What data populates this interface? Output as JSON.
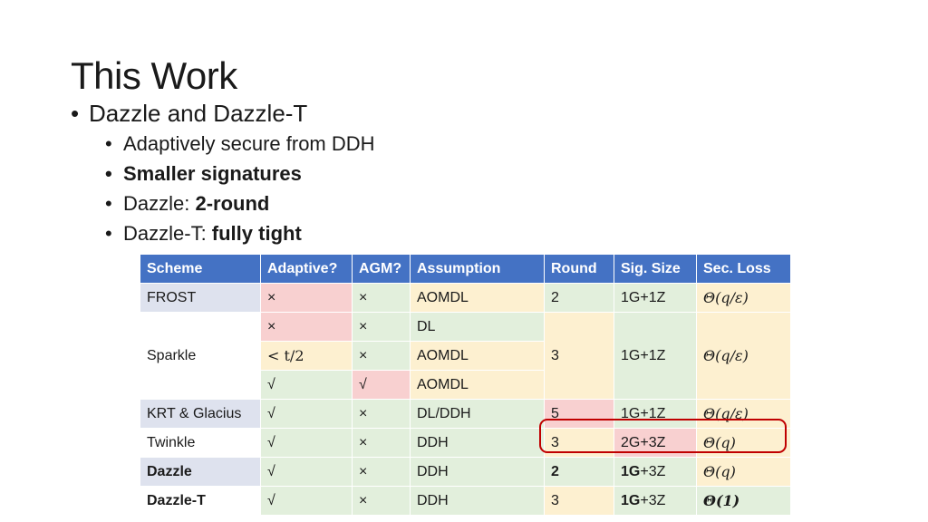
{
  "slide": {
    "title": "This Work",
    "bullets": {
      "main": "Dazzle and Dazzle-T",
      "sub1": "Adaptively secure from DDH",
      "sub2": "Smaller signatures",
      "sub3_prefix": "Dazzle: ",
      "sub3_bold": "2-round",
      "sub4_prefix": "Dazzle-T: ",
      "sub4_bold": "fully tight"
    }
  },
  "table": {
    "headers": {
      "scheme": "Scheme",
      "adaptive": "Adaptive?",
      "agm": "AGM?",
      "assumption": "Assumption",
      "round": "Round",
      "sig_size": "Sig. Size",
      "sec_loss": "Sec. Loss"
    },
    "rows": {
      "frost": {
        "scheme": "FROST",
        "adaptive": "×",
        "agm": "×",
        "assumption": "AOMDL",
        "round": "2",
        "sig_size": "1G+1Z",
        "sec_loss": "Θ(q/ε)"
      },
      "sparkle": {
        "scheme": "Sparkle",
        "round": "3",
        "sig_size": "1G+1Z",
        "sec_loss": "Θ(q/ε)",
        "variants": [
          {
            "adaptive": "×",
            "agm": "×",
            "assumption": "DL"
          },
          {
            "adaptive": "< t/2",
            "agm": "×",
            "assumption": "AOMDL"
          },
          {
            "adaptive": "√",
            "agm": "√",
            "assumption": "AOMDL"
          }
        ]
      },
      "krt": {
        "scheme": "KRT & Glacius",
        "adaptive": "√",
        "agm": "×",
        "assumption": "DL/DDH",
        "round": "5",
        "sig_size": "1G+1Z",
        "sec_loss": "Θ(q/ε)"
      },
      "twinkle": {
        "scheme": "Twinkle",
        "adaptive": "√",
        "agm": "×",
        "assumption": "DDH",
        "round": "3",
        "sig_size": "2G+3Z",
        "sec_loss": "Θ(q)"
      },
      "dazzle": {
        "scheme": "Dazzle",
        "adaptive": "√",
        "agm": "×",
        "assumption": "DDH",
        "round": "2",
        "sig_bold": "1G",
        "sig_rest": "+3Z",
        "sec_loss": "Θ(q)"
      },
      "dazzle_t": {
        "scheme": "Dazzle-T",
        "adaptive": "√",
        "agm": "×",
        "assumption": "DDH",
        "round": "3",
        "sig_bold": "1G",
        "sig_rest": "+3Z",
        "sec_loss": "Θ(1)"
      }
    }
  },
  "colors": {
    "header_blue": "#4472c4",
    "red_cell": "#f8d0d0",
    "yellow_cell": "#fdf0d0",
    "green_cell": "#e2efdc",
    "scheme_cell": "#dee2ee",
    "highlight_border": "#c00000"
  }
}
